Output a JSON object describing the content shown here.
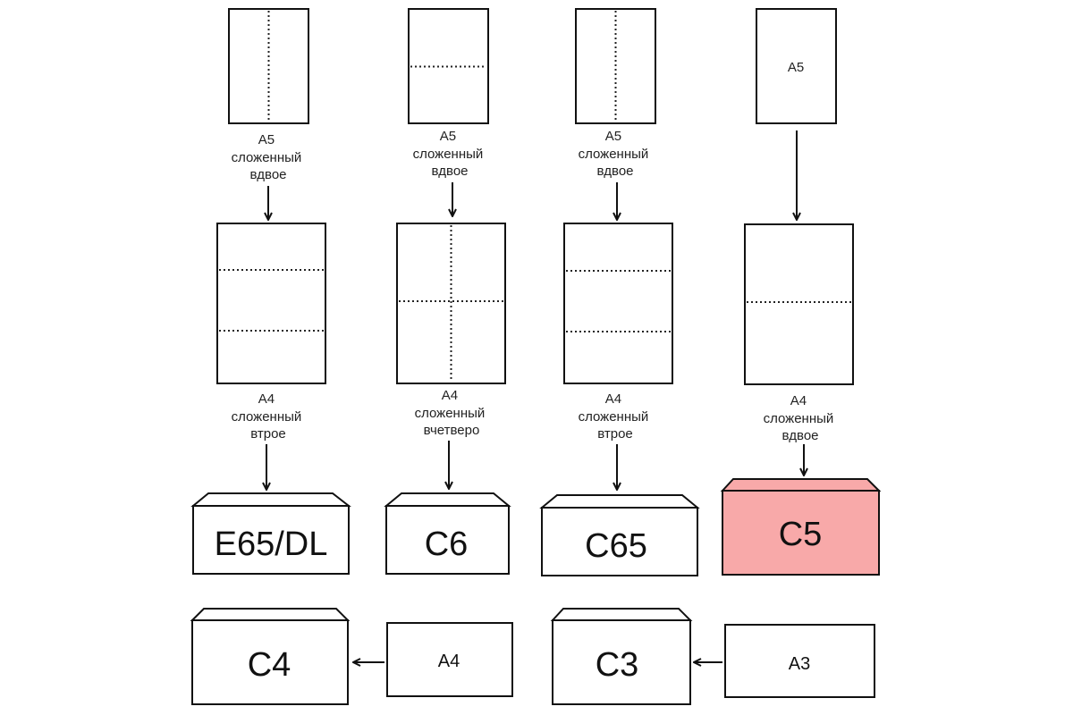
{
  "columns": [
    {
      "top_sheet_label": "",
      "caption_1": [
        "A5",
        "сложенный",
        "вдвое"
      ],
      "caption_2": [
        "A4",
        "сложенный",
        "втрое"
      ],
      "envelope": "E65/DL"
    },
    {
      "top_sheet_label": "",
      "caption_1": [
        "A5",
        "сложенный",
        "вдвое"
      ],
      "caption_2": [
        "A4",
        "сложенный",
        "вчетверо"
      ],
      "envelope": "C6"
    },
    {
      "top_sheet_label": "",
      "caption_1": [
        "A5",
        "сложенный",
        "вдвое"
      ],
      "caption_2": [
        "A4",
        "сложенный",
        "втрое"
      ],
      "envelope": "C65"
    },
    {
      "top_sheet_label": "A5",
      "caption_1": [],
      "caption_2": [
        "A4",
        "сложенный",
        "вдвое"
      ],
      "envelope": "C5",
      "highlight_color": "#f8a9a9"
    }
  ],
  "bottom_row": [
    {
      "envelope": "C4",
      "sheet": "A4"
    },
    {
      "envelope": "C3",
      "sheet": "A3"
    }
  ]
}
